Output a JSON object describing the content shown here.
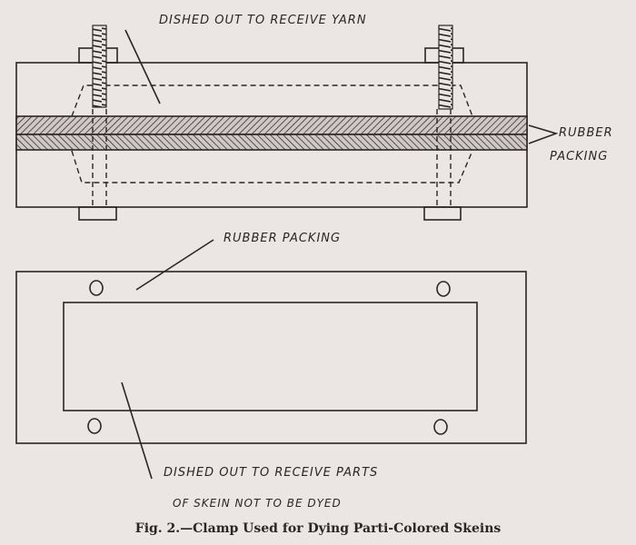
{
  "labels": {
    "dished_yarn": "DISHED OUT TO RECEIVE YARN",
    "rubber": "RUBBER",
    "packing": "PACKING",
    "rubber_packing": "RUBBER PACKING",
    "dished_parts_line1": "DISHED OUT TO RECEIVE PARTS",
    "dished_parts_line2": "OF SKEIN NOT TO BE DYED"
  },
  "caption": "Fig. 2.—Clamp Used for Dying Parti-Colored Skeins",
  "colors": {
    "ink": "#2a2626",
    "paper": "#ebe5e4"
  }
}
